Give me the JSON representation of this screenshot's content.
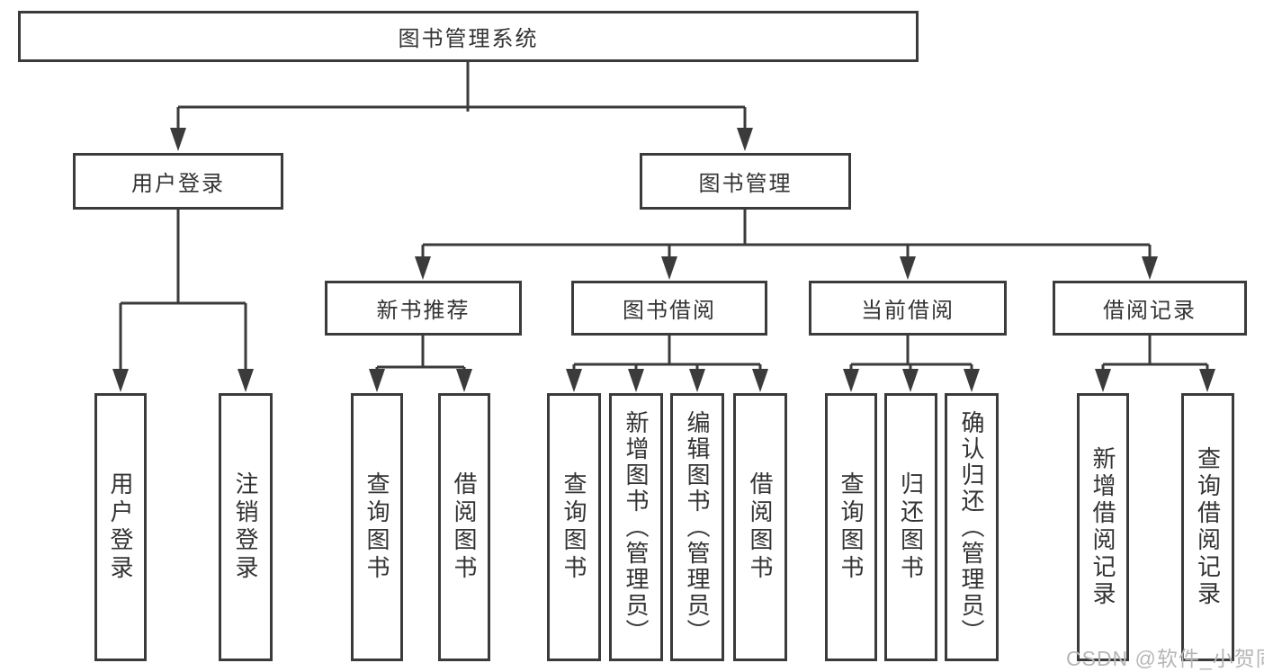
{
  "diagram": {
    "type": "hierarchy-tree",
    "root": {
      "label": "图书管理系统",
      "children": [
        {
          "label": "用户登录",
          "children": [
            {
              "label": "用户登录"
            },
            {
              "label": "注销登录"
            }
          ]
        },
        {
          "label": "图书管理",
          "children": [
            {
              "label": "新书推荐",
              "children": [
                {
                  "label": "查询图书"
                },
                {
                  "label": "借阅图书"
                }
              ]
            },
            {
              "label": "图书借阅",
              "children": [
                {
                  "label": "查询图书"
                },
                {
                  "label": "新增图书（管理员）"
                },
                {
                  "label": "编辑图书（管理员）"
                },
                {
                  "label": "借阅图书"
                }
              ]
            },
            {
              "label": "当前借阅",
              "children": [
                {
                  "label": "查询图书"
                },
                {
                  "label": "归还图书"
                },
                {
                  "label": "确认归还（管理员）"
                }
              ]
            },
            {
              "label": "借阅记录",
              "children": [
                {
                  "label": "新增借阅记录"
                },
                {
                  "label": "查询借阅记录"
                }
              ]
            }
          ]
        }
      ]
    }
  },
  "watermark": {
    "text": "CSDN @软件_小贺同学"
  },
  "colors": {
    "line": "#3b3b3b",
    "text": "#333333",
    "watermark_text": "#b6b6b6",
    "background": "#ffffff"
  }
}
